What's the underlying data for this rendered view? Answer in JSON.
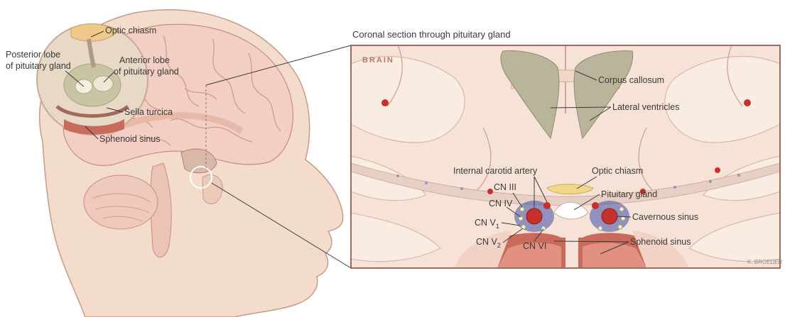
{
  "panel_title": "Coronal section through pituitary gland",
  "region_label": "BRAIN",
  "signature": "K. BROEDER",
  "head_labels": {
    "optic_chiasm": "Optic chiasm",
    "posterior_lobe_1": "Posterior lobe",
    "posterior_lobe_2": "of pituitary gland",
    "anterior_lobe_1": "Anterior lobe",
    "anterior_lobe_2": "of pituitary gland",
    "sella_turcica": "Sella turcica",
    "sphenoid_sinus": "Sphenoid sinus"
  },
  "section_labels": {
    "corpus_callosum": "Corpus callosum",
    "lateral_ventricles": "Lateral ventricles",
    "internal_carotid_artery": "Internal carotid artery",
    "optic_chiasm": "Optic chiasm",
    "cn_iii": "CN III",
    "pituitary_gland": "Pituitary gland",
    "cn_iv": "CN IV",
    "cavernous_sinus": "Cavernous sinus",
    "cn_v1_base": "CN V",
    "cn_v1_sub": "1",
    "cn_v2_base": "CN V",
    "cn_v2_sub": "2",
    "cn_vi": "CN VI",
    "sphenoid_sinus": "Sphenoid sinus"
  },
  "colors": {
    "skin": "#f3dccb",
    "brain_tissue": "#f5ddd0",
    "gyri_line": "#d49a88",
    "ventricle": "#b9b59a",
    "artery": "#c8312b",
    "venous_plexus": "#3d4fa8",
    "optic_chiasm": "#f0d78a",
    "sinus": "#c86a5c",
    "frame": "#a06a5c"
  }
}
